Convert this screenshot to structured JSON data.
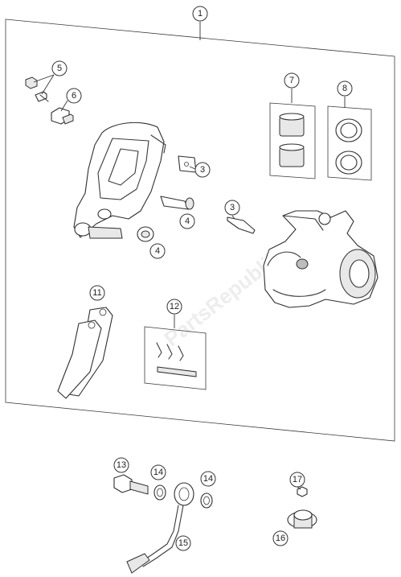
{
  "watermark": "PartsRepublik",
  "callouts": [
    {
      "id": "c1",
      "label": "1"
    },
    {
      "id": "c3a",
      "label": "3"
    },
    {
      "id": "c3b",
      "label": "3"
    },
    {
      "id": "c4a",
      "label": "4"
    },
    {
      "id": "c4b",
      "label": "4"
    },
    {
      "id": "c5",
      "label": "5"
    },
    {
      "id": "c6",
      "label": "6"
    },
    {
      "id": "c7",
      "label": "7"
    },
    {
      "id": "c8",
      "label": "8"
    },
    {
      "id": "c11",
      "label": "11"
    },
    {
      "id": "c12",
      "label": "12"
    },
    {
      "id": "c13",
      "label": "13"
    },
    {
      "id": "c14a",
      "label": "14"
    },
    {
      "id": "c14b",
      "label": "14"
    },
    {
      "id": "c15",
      "label": "15"
    },
    {
      "id": "c16",
      "label": "16"
    },
    {
      "id": "c17",
      "label": "17"
    }
  ]
}
